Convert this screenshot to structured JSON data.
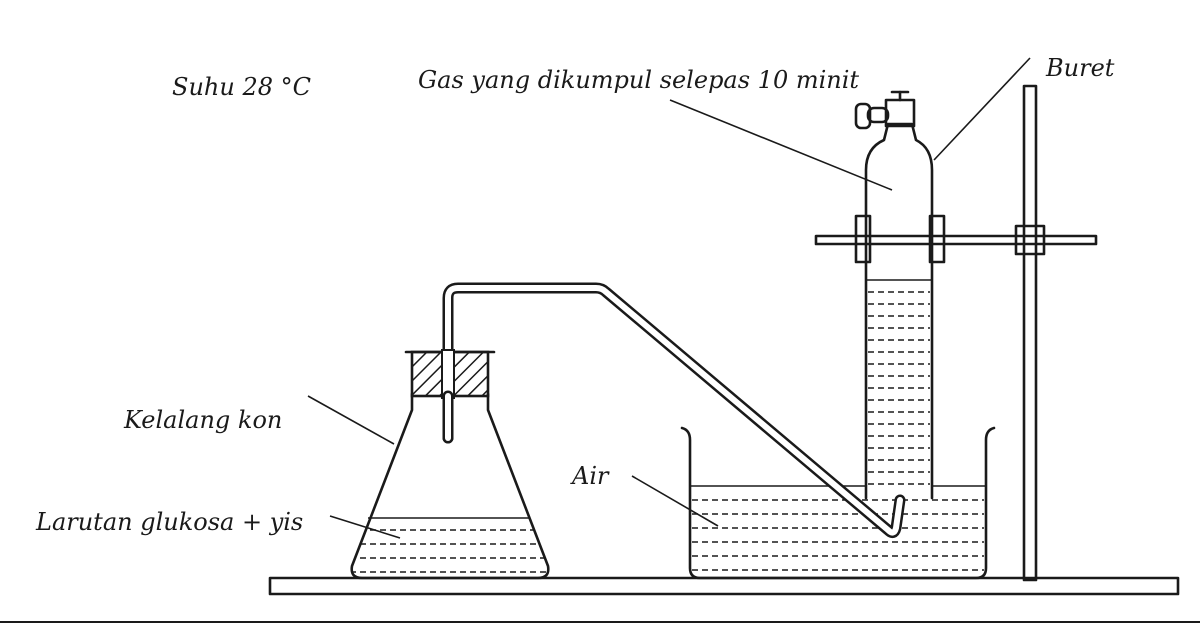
{
  "diagram": {
    "labels": {
      "temperature": "Suhu 28 °C",
      "gas_collected": "Gas yang dikumpul selepas 10 minit",
      "burette": "Buret",
      "conical_flask": "Kelalang kon",
      "solution": "Larutan glukosa + yis",
      "water": "Air"
    },
    "colors": {
      "ink": "#1a1a1a",
      "background": "#ffffff"
    }
  }
}
